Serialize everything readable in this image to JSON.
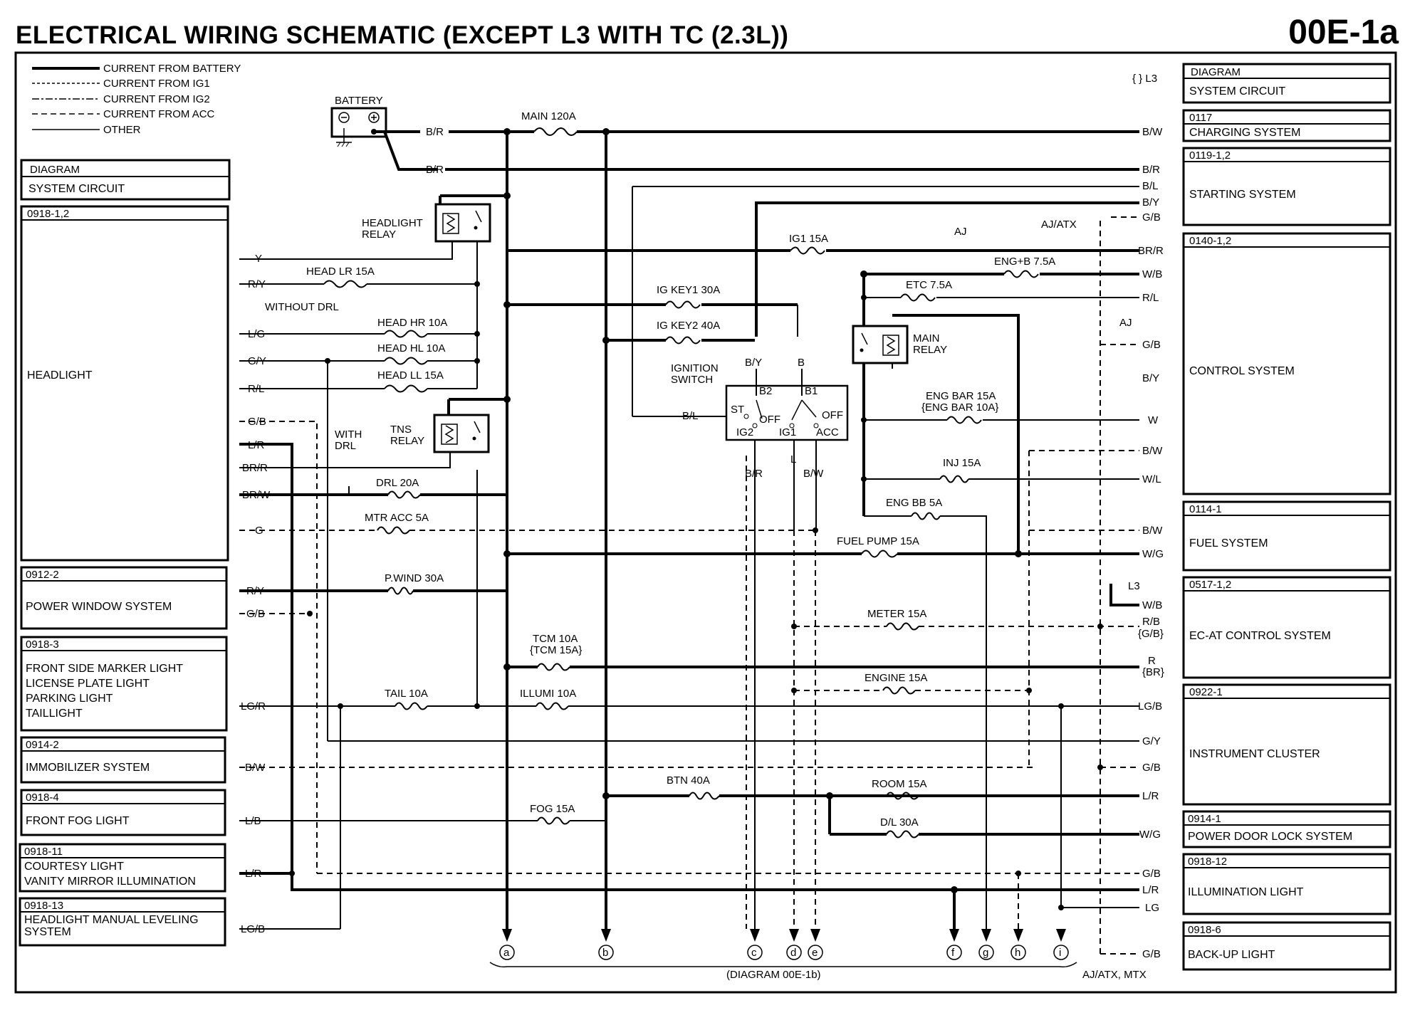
{
  "header": {
    "title": "ELECTRICAL WIRING SCHEMATIC (EXCEPT L3 WITH TC (2.3L))",
    "code": "00E-1a"
  },
  "legend": [
    "CURRENT FROM BATTERY",
    "CURRENT FROM IG1",
    "CURRENT FROM IG2",
    "CURRENT FROM ACC",
    "OTHER"
  ],
  "l3_note": "{ } L3",
  "left_boxes": [
    {
      "id": "",
      "lines": [
        "DIAGRAM",
        "SYSTEM CIRCUIT"
      ]
    },
    {
      "id": "0918-1,2",
      "lines": [
        "HEADLIGHT"
      ]
    },
    {
      "id": "0912-2",
      "lines": [
        "POWER WINDOW SYSTEM"
      ]
    },
    {
      "id": "0918-3",
      "lines": [
        "FRONT SIDE MARKER LIGHT",
        "LICENSE PLATE LIGHT",
        "PARKING LIGHT",
        "TAILLIGHT"
      ]
    },
    {
      "id": "0914-2",
      "lines": [
        "IMMOBILIZER SYSTEM"
      ]
    },
    {
      "id": "0918-4",
      "lines": [
        "FRONT FOG LIGHT"
      ]
    },
    {
      "id": "0918-11",
      "lines": [
        "COURTESY LIGHT",
        "VANITY MIRROR ILLUMINATION"
      ]
    },
    {
      "id": "0918-13",
      "lines": [
        "HEADLIGHT MANUAL LEVELING",
        "SYSTEM"
      ]
    }
  ],
  "right_boxes": [
    {
      "id": "",
      "lines": [
        "DIAGRAM",
        "SYSTEM CIRCUIT"
      ]
    },
    {
      "id": "0117",
      "lines": [
        "CHARGING SYSTEM"
      ]
    },
    {
      "id": "0119-1,2",
      "lines": [
        "STARTING SYSTEM"
      ]
    },
    {
      "id": "0140-1,2",
      "lines": [
        "CONTROL SYSTEM"
      ]
    },
    {
      "id": "0114-1",
      "lines": [
        "FUEL SYSTEM"
      ]
    },
    {
      "id": "0517-1,2",
      "lines": [
        "EC-AT CONTROL SYSTEM"
      ]
    },
    {
      "id": "0922-1",
      "lines": [
        "INSTRUMENT CLUSTER"
      ]
    },
    {
      "id": "0914-1",
      "lines": [
        "POWER DOOR LOCK SYSTEM"
      ]
    },
    {
      "id": "0918-12",
      "lines": [
        "ILLUMINATION LIGHT"
      ]
    },
    {
      "id": "0918-6",
      "lines": [
        "BACK-UP LIGHT"
      ]
    }
  ],
  "left_wires": [
    "Y",
    "R/Y",
    "L/G",
    "G/Y",
    "R/L",
    "G/B",
    "L/R",
    "BR/R",
    "BR/W",
    "G",
    "R/Y",
    "G/B",
    "LG/R",
    "B/W",
    "L/B",
    "L/R",
    "LG/B"
  ],
  "right_wires": [
    "B/W",
    "B/R",
    "B/L",
    "B/Y",
    "G/B",
    "BR/R",
    "W/B",
    "R/L",
    "G/B",
    "B/Y",
    "W",
    "B/W",
    "W/L",
    "B/W",
    "W/G",
    "W/B",
    "R/B",
    "{G/B}",
    "R",
    "{BR}",
    "LG/B",
    "G/Y",
    "G/B",
    "L/R",
    "W/G",
    "G/B",
    "L/R",
    "LG",
    "G/B"
  ],
  "fuses": [
    "MAIN 120A",
    "IG1 15A",
    "ENG+B 7.5A",
    "IG KEY1 30A",
    "IG KEY2 40A",
    "ETC 7.5A",
    "HEAD LR 15A",
    "HEAD HR 10A",
    "HEAD HL 10A",
    "HEAD LL 15A",
    "ENG BAR 15A",
    "{ENG BAR 10A}",
    "INJ 15A",
    "DRL 20A",
    "ENG BB 5A",
    "MTR ACC 5A",
    "FUEL PUMP 15A",
    "P.WIND 30A",
    "METER 15A",
    "TCM 10A",
    "{TCM 15A}",
    "ENGINE 15A",
    "TAIL 10A",
    "ILLUMI 10A",
    "BTN 40A",
    "ROOM 15A",
    "FOG 15A",
    "D/L 30A"
  ],
  "components": {
    "battery": "BATTERY",
    "headlight_relay": [
      "HEADLIGHT",
      "RELAY"
    ],
    "tns_relay": [
      "TNS",
      "RELAY"
    ],
    "main_relay": [
      "MAIN",
      "RELAY"
    ],
    "ignition_switch": [
      "IGNITION",
      "SWITCH"
    ],
    "ig_terminals": [
      "B2",
      "B1",
      "ST",
      "OFF",
      "OFF",
      "IG2",
      "IG1",
      "ACC"
    ]
  },
  "notes": [
    "WITHOUT DRL",
    "WITH",
    "DRL",
    "AJ",
    "AJ/ATX",
    "AJ",
    "L3",
    "AJ/ATX, MTX",
    "(DIAGRAM 00E-1b)"
  ],
  "switch_wires": [
    "B/R",
    "B/R",
    "B/Y",
    "B",
    "B/L",
    "B/R",
    "L",
    "B/W"
  ],
  "connectors": [
    "a",
    "b",
    "c",
    "d",
    "e",
    "f",
    "g",
    "h",
    "i"
  ]
}
